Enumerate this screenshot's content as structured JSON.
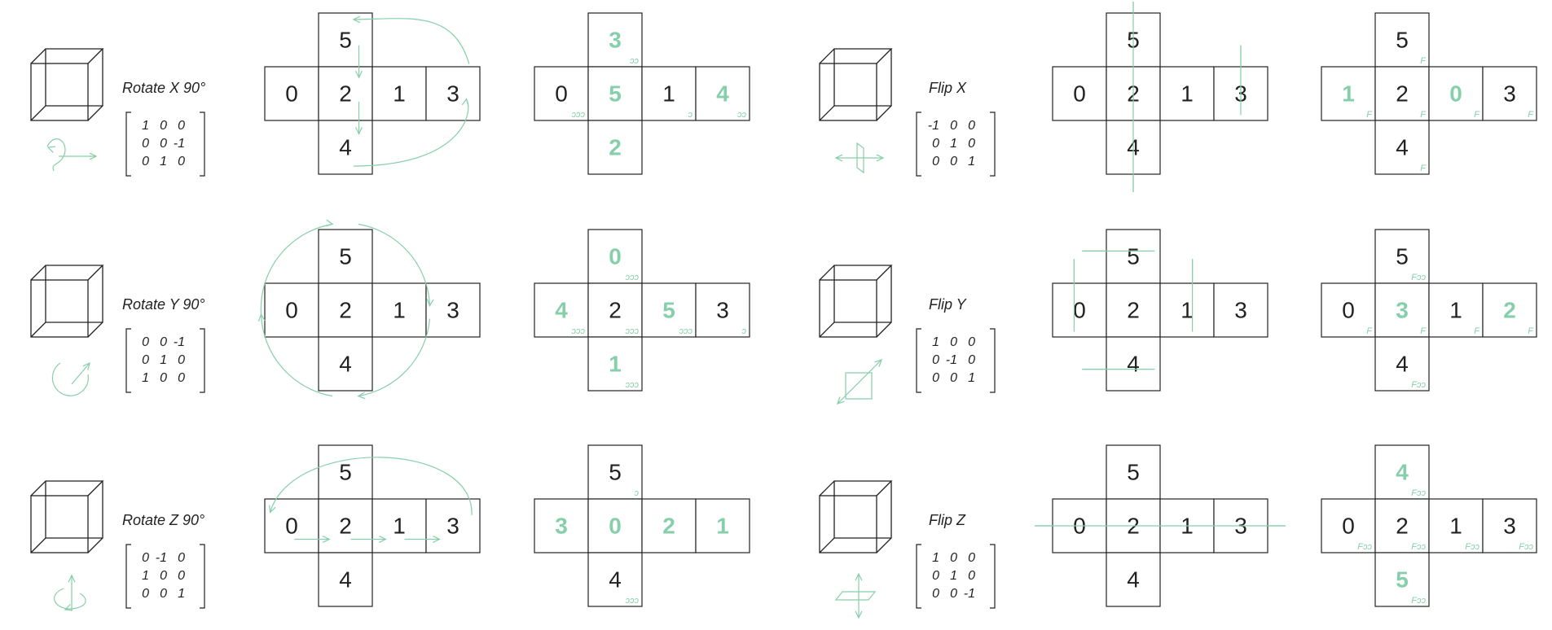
{
  "colors": {
    "ink": "#222222",
    "accent": "#86cfaa",
    "background": "#ffffff"
  },
  "rows": [
    {
      "rotation": {
        "label": "Rotate X 90°",
        "matrix": [
          [
            "1",
            "0",
            "0"
          ],
          [
            "0",
            "0",
            "-1"
          ],
          [
            "0",
            "1",
            "0"
          ]
        ],
        "icon": "rotate-x-icon",
        "input": [
          "5",
          "0",
          "2",
          "1",
          "3",
          "4"
        ],
        "output": [
          {
            "n": "3",
            "hl": true,
            "m": "ↄↄ"
          },
          {
            "n": "0",
            "hl": false,
            "m": "ↄↄↄ"
          },
          {
            "n": "5",
            "hl": true,
            "m": ""
          },
          {
            "n": "1",
            "hl": false,
            "m": "ↄ"
          },
          {
            "n": "4",
            "hl": true,
            "m": "ↄↄ"
          },
          {
            "n": "2",
            "hl": true,
            "m": ""
          }
        ]
      },
      "flip": {
        "label": "Flip  X",
        "matrix": [
          [
            "-1",
            "0",
            "0"
          ],
          [
            "0",
            "1",
            "0"
          ],
          [
            "0",
            "0",
            "1"
          ]
        ],
        "icon": "flip-x-icon",
        "input": [
          "5",
          "0",
          "2",
          "1",
          "3",
          "4"
        ],
        "output": [
          {
            "n": "5",
            "hl": false,
            "m": "F"
          },
          {
            "n": "1",
            "hl": true,
            "m": "F"
          },
          {
            "n": "2",
            "hl": false,
            "m": "F"
          },
          {
            "n": "0",
            "hl": true,
            "m": "F"
          },
          {
            "n": "3",
            "hl": false,
            "m": "F"
          },
          {
            "n": "4",
            "hl": false,
            "m": "F"
          }
        ]
      }
    },
    {
      "rotation": {
        "label": "Rotate Y 90°",
        "matrix": [
          [
            "0",
            "0",
            "-1"
          ],
          [
            "0",
            "1",
            "0"
          ],
          [
            "1",
            "0",
            "0"
          ]
        ],
        "icon": "rotate-y-icon",
        "input": [
          "5",
          "0",
          "2",
          "1",
          "3",
          "4"
        ],
        "output": [
          {
            "n": "0",
            "hl": true,
            "m": "ↄↄↄ"
          },
          {
            "n": "4",
            "hl": true,
            "m": "ↄↄↄ"
          },
          {
            "n": "2",
            "hl": false,
            "m": "ↄↄↄ"
          },
          {
            "n": "5",
            "hl": true,
            "m": "ↄↄↄ"
          },
          {
            "n": "3",
            "hl": false,
            "m": "ↄ"
          },
          {
            "n": "1",
            "hl": true,
            "m": "ↄↄↄ"
          }
        ]
      },
      "flip": {
        "label": "Flip  Y",
        "matrix": [
          [
            "1",
            "0",
            "0"
          ],
          [
            "0",
            "-1",
            "0"
          ],
          [
            "0",
            "0",
            "1"
          ]
        ],
        "icon": "flip-y-icon",
        "input": [
          "5",
          "0",
          "2",
          "1",
          "3",
          "4"
        ],
        "output": [
          {
            "n": "5",
            "hl": false,
            "m": "Fↄↄ"
          },
          {
            "n": "0",
            "hl": false,
            "m": "F"
          },
          {
            "n": "3",
            "hl": true,
            "m": "F"
          },
          {
            "n": "1",
            "hl": false,
            "m": "F"
          },
          {
            "n": "2",
            "hl": true,
            "m": "F"
          },
          {
            "n": "4",
            "hl": false,
            "m": "Fↄↄ"
          }
        ]
      }
    },
    {
      "rotation": {
        "label": "Rotate Z 90°",
        "matrix": [
          [
            "0",
            "-1",
            "0"
          ],
          [
            "1",
            "0",
            "0"
          ],
          [
            "0",
            "0",
            "1"
          ]
        ],
        "icon": "rotate-z-icon",
        "input": [
          "5",
          "0",
          "2",
          "1",
          "3",
          "4"
        ],
        "output": [
          {
            "n": "5",
            "hl": false,
            "m": "ↄ"
          },
          {
            "n": "3",
            "hl": true,
            "m": ""
          },
          {
            "n": "0",
            "hl": true,
            "m": ""
          },
          {
            "n": "2",
            "hl": true,
            "m": ""
          },
          {
            "n": "1",
            "hl": true,
            "m": ""
          },
          {
            "n": "4",
            "hl": false,
            "m": "ↄↄↄ"
          }
        ]
      },
      "flip": {
        "label": "Flip  Z",
        "matrix": [
          [
            "1",
            "0",
            "0"
          ],
          [
            "0",
            "1",
            "0"
          ],
          [
            "0",
            "0",
            "-1"
          ]
        ],
        "icon": "flip-z-icon",
        "input": [
          "5",
          "0",
          "2",
          "1",
          "3",
          "4"
        ],
        "output": [
          {
            "n": "4",
            "hl": true,
            "m": "Fↄↄ"
          },
          {
            "n": "0",
            "hl": false,
            "m": "Fↄↄ"
          },
          {
            "n": "2",
            "hl": false,
            "m": "Fↄↄ"
          },
          {
            "n": "1",
            "hl": false,
            "m": "Fↄↄ"
          },
          {
            "n": "3",
            "hl": false,
            "m": "Fↄↄ"
          },
          {
            "n": "5",
            "hl": true,
            "m": "Fↄↄ"
          }
        ]
      }
    }
  ]
}
